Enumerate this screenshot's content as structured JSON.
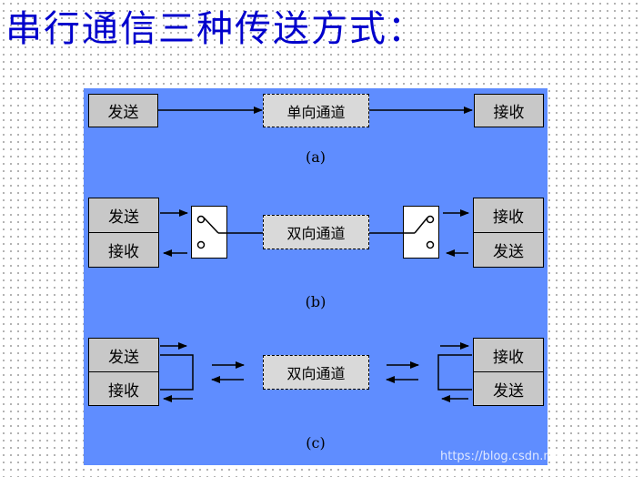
{
  "title": "串行通信三种传送方式：",
  "diagram_a": {
    "send": "发送",
    "channel": "单向通道",
    "receive": "接收",
    "caption": "(a)"
  },
  "diagram_b": {
    "left_send": "发送",
    "left_receive": "接收",
    "channel": "双向通道",
    "right_receive": "接收",
    "right_send": "发送",
    "caption": "(b)"
  },
  "diagram_c": {
    "left_send": "发送",
    "left_receive": "接收",
    "channel": "双向通道",
    "right_receive": "接收",
    "right_send": "发送",
    "caption": "(c)"
  },
  "watermark": "https://blog.csdn.net/...",
  "colors": {
    "title": "#0000cc",
    "panel": "#5f8dff",
    "box": "#c8c8c8"
  }
}
